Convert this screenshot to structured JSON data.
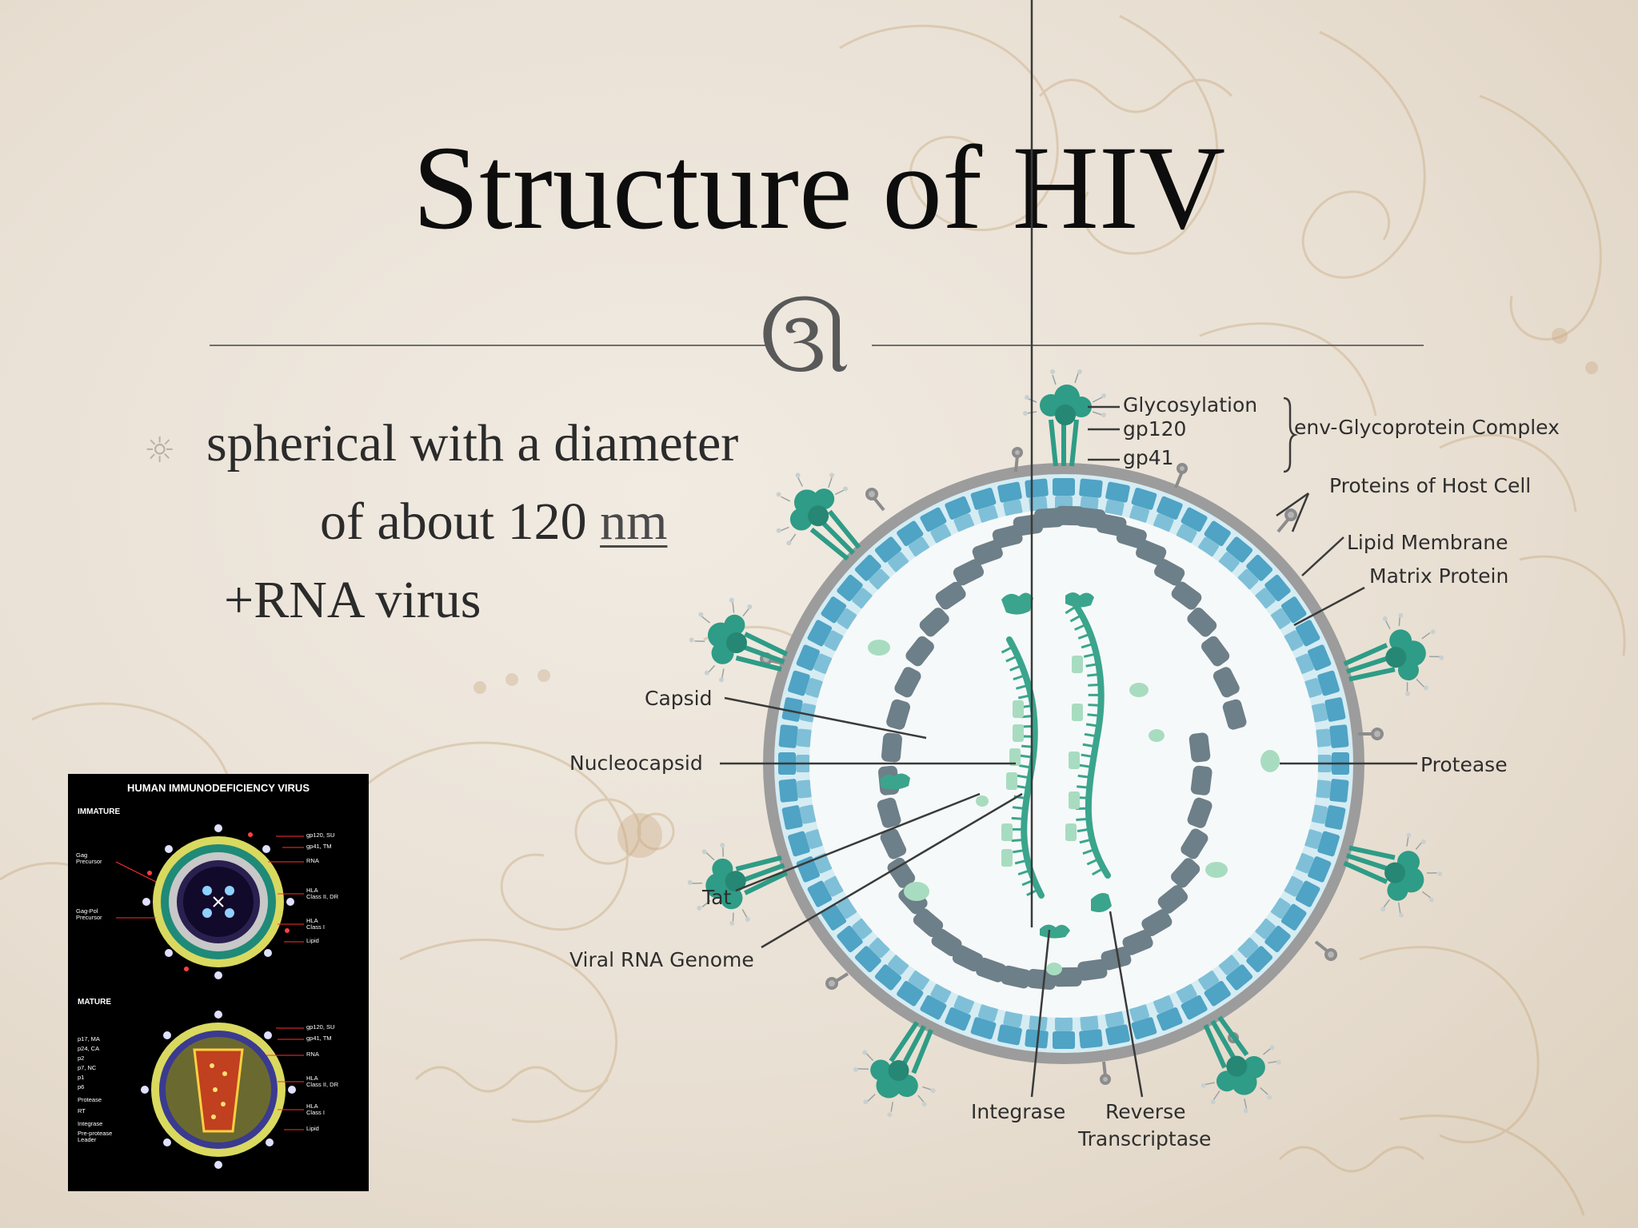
{
  "slide": {
    "title": "Structure of HIV",
    "ornament_glyph": "ઊ",
    "bullet_glyph": "☼",
    "bullets": {
      "line1": "spherical with a diameter",
      "line2_prefix": "of about 120 ",
      "line2_unit": "nm",
      "line3": "+RNA virus"
    }
  },
  "thumbnail": {
    "title": "HUMAN IMMUNODEFICIENCY VIRUS",
    "immature_label": "IMMATURE",
    "mature_label": "MATURE",
    "immature_left": [
      "Gag\nPrecursor",
      "Gag-Pol\nPrecursor"
    ],
    "immature_right": [
      "gp120, SU",
      "gp41, TM",
      "RNA",
      "HLA\nClass II, DR",
      "HLA\nClass I",
      "Lipid"
    ],
    "mature_left": [
      "p17, MA",
      "p24, CA",
      "p2",
      "p7, NC",
      "p1",
      "p6",
      "Protease",
      "RT",
      "Integrase",
      "Pre-protease\nLeader"
    ],
    "mature_right": [
      "gp120, SU",
      "gp41, TM",
      "RNA",
      "HLA\nClass II, DR",
      "HLA\nClass I",
      "Lipid"
    ]
  },
  "diagram": {
    "labels": {
      "glycosylation": "Glycosylation",
      "gp120": "gp120",
      "gp41": "gp41",
      "env_complex": "env-Glycoprotein Complex",
      "host_proteins": "Proteins of Host Cell",
      "lipid_membrane": "Lipid Membrane",
      "matrix_protein": "Matrix Protein",
      "capsid": "Capsid",
      "nucleocapsid": "Nucleocapsid",
      "protease": "Protease",
      "tat": "Tat",
      "viral_rna": "Viral RNA Genome",
      "integrase": "Integrase",
      "reverse_transcriptase_1": "Reverse",
      "reverse_transcriptase_2": "Transcriptase"
    },
    "colors": {
      "lipid": "#9c9c9c",
      "matrix": "#4fa3c4",
      "matrix_bg": "#cfe8f0",
      "capsid": "#6d7f88",
      "rna": "#3aa58c",
      "glycoprotein": "#2e9c86",
      "core_bg": "#f4f7f7"
    }
  }
}
